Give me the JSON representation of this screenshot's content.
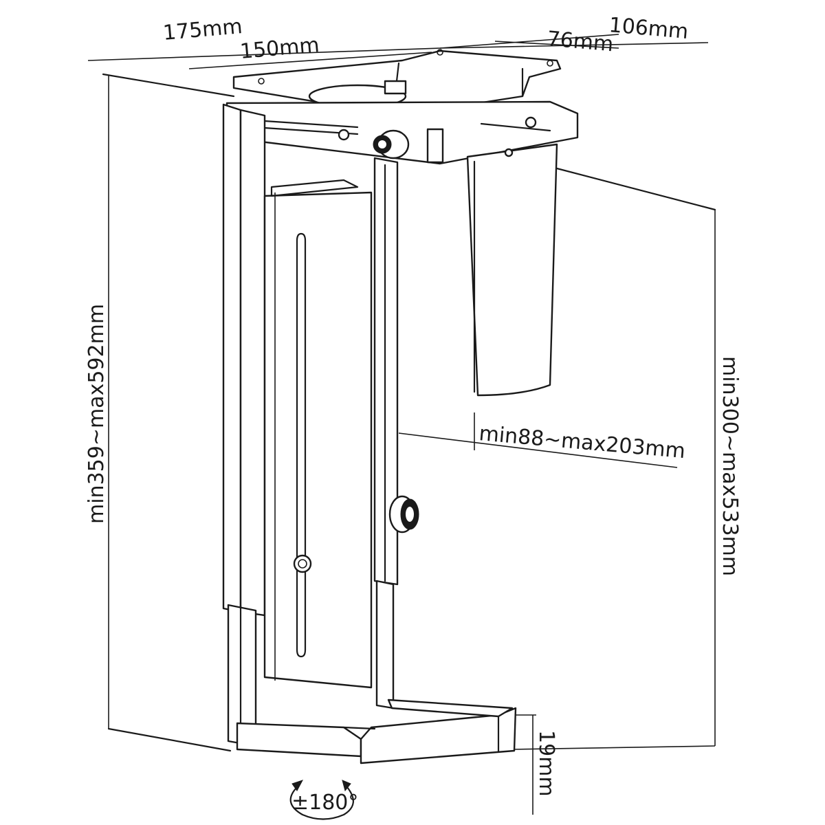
{
  "dimensions": {
    "width_outer": "175mm",
    "width_inner": "150mm",
    "depth_outer": "106mm",
    "depth_inner": "76mm",
    "height_total": "min359~max592mm",
    "height_inner": "min300~max533mm",
    "width_adjust": "min88~max203mm",
    "base_lip": "19mm",
    "rotation": "±180°"
  },
  "colors": {
    "ink": "#1a1a1a",
    "background": "#ffffff"
  }
}
